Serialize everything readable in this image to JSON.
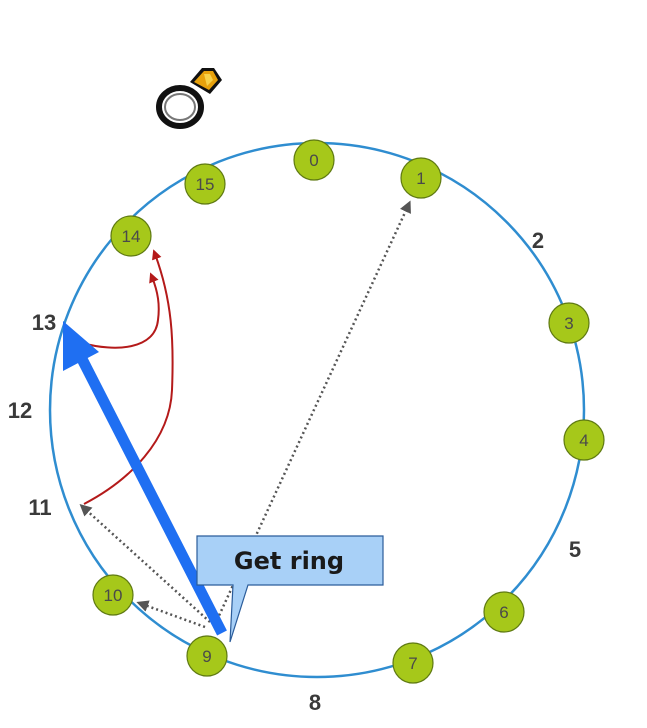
{
  "colors": {
    "ring_line": "#2f8dd0",
    "node_fill": "#a6c81a",
    "node_stroke": "#5f7a12",
    "finger_arrow": "#b41a1a",
    "lookup_arrow": "#555555",
    "highlight_arrow": "#1f6ff2",
    "callout_fill": "#a8d0f7",
    "callout_stroke": "#2b5c9a"
  },
  "icon": "diamond-ring-icon",
  "occupied_nodes": [
    "0",
    "1",
    "3",
    "4",
    "6",
    "7",
    "9",
    "10",
    "14",
    "15"
  ],
  "empty_positions": [
    "2",
    "5",
    "8",
    "11",
    "12",
    "13"
  ],
  "callout": {
    "text": "Get ring"
  }
}
